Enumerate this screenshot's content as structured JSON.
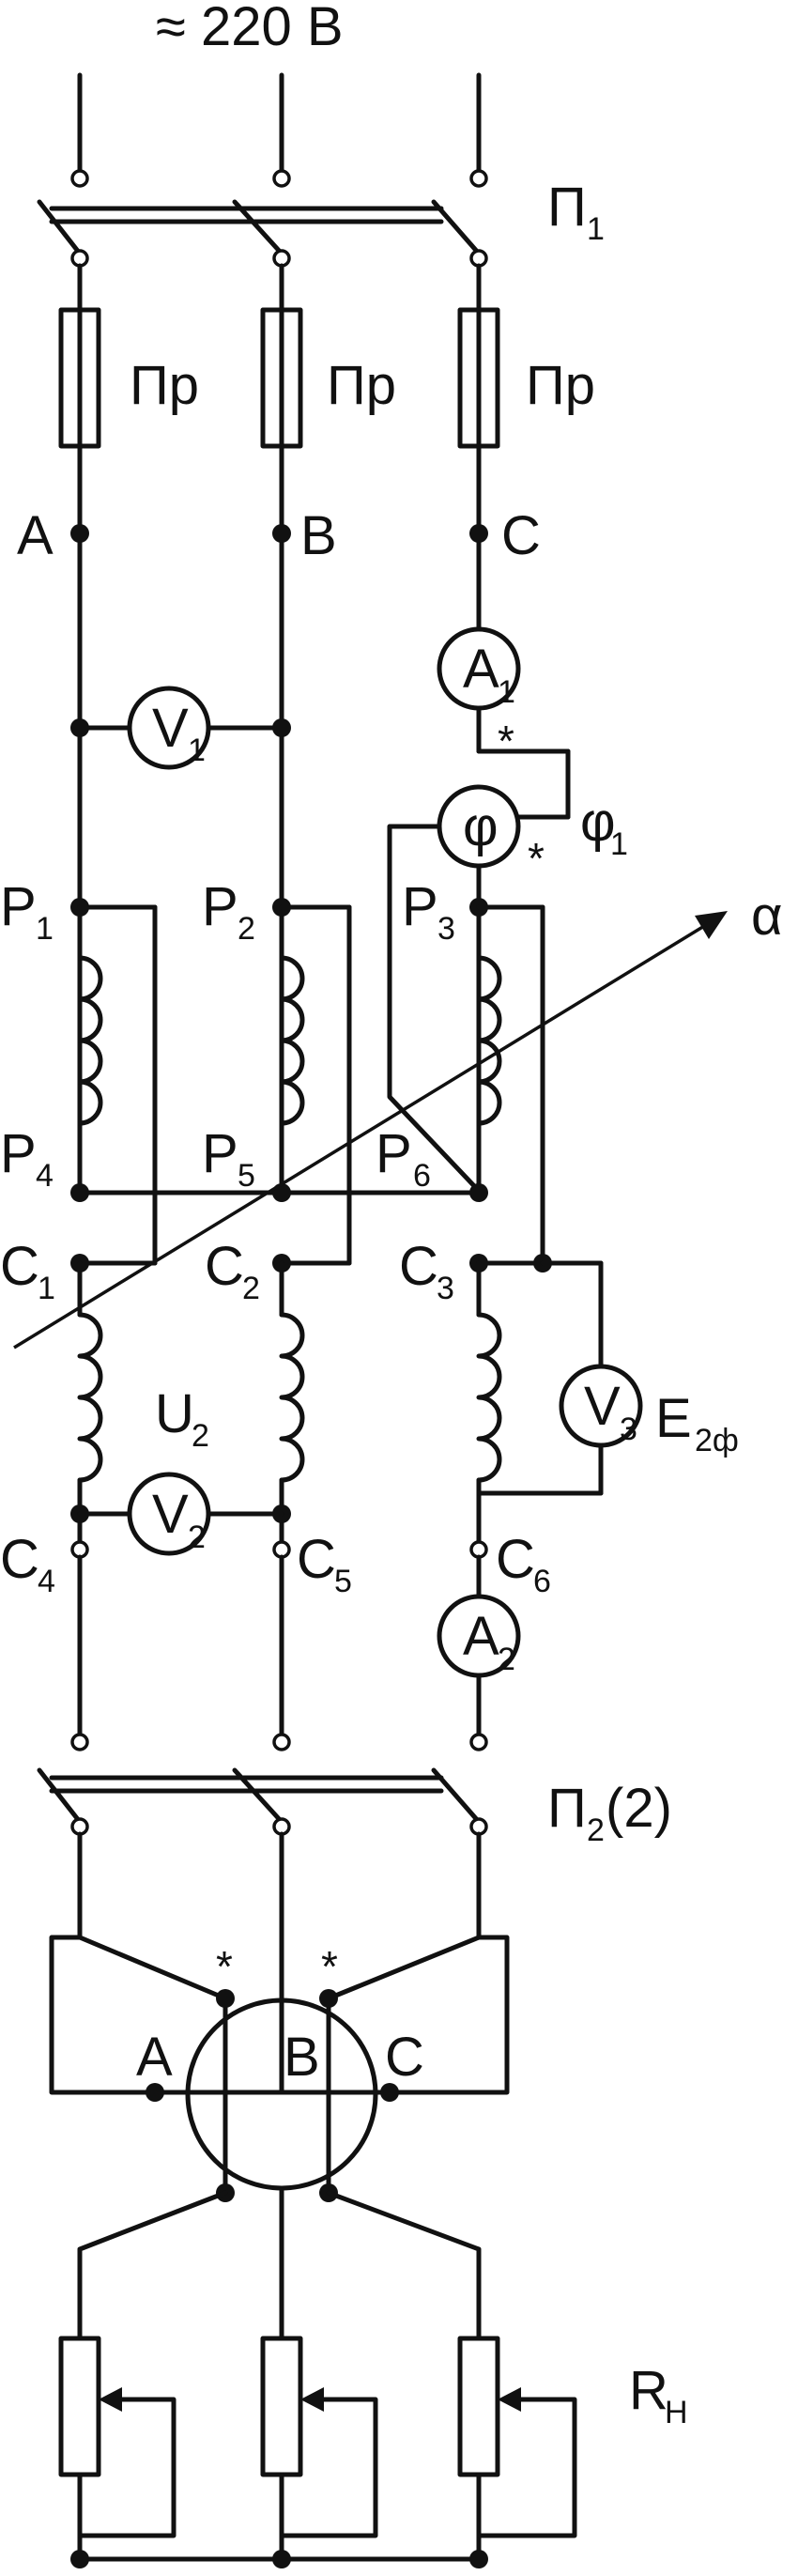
{
  "title": "≈ 220 В",
  "switch1": {
    "main": "П",
    "sub": "1"
  },
  "switch2": {
    "main": "П",
    "sub": "2",
    "suffix": "(2)"
  },
  "fuses": [
    "Пр",
    "Пр",
    "Пр"
  ],
  "phases": [
    "A",
    "B",
    "C"
  ],
  "primary": [
    {
      "main": "P",
      "sub": "1"
    },
    {
      "main": "P",
      "sub": "2"
    },
    {
      "main": "P",
      "sub": "3"
    },
    {
      "main": "P",
      "sub": "4"
    },
    {
      "main": "P",
      "sub": "5"
    },
    {
      "main": "P",
      "sub": "6"
    }
  ],
  "secondary": [
    {
      "main": "C",
      "sub": "1"
    },
    {
      "main": "C",
      "sub": "2"
    },
    {
      "main": "C",
      "sub": "3"
    },
    {
      "main": "C",
      "sub": "4"
    },
    {
      "main": "C",
      "sub": "5"
    },
    {
      "main": "C",
      "sub": "6"
    }
  ],
  "meters": {
    "A1": {
      "main": "A",
      "sub": "1"
    },
    "A2": {
      "main": "A",
      "sub": "2"
    },
    "V1": {
      "main": "V",
      "sub": "1"
    },
    "V2": {
      "main": "V",
      "sub": "2"
    },
    "V3": {
      "main": "V",
      "sub": "3"
    },
    "phi": "φ"
  },
  "phi1": {
    "main": "φ",
    "sub": "1"
  },
  "alpha": "α",
  "U2": {
    "main": "U",
    "sub": "2"
  },
  "E2f": {
    "main": "E",
    "sub": "2ф"
  },
  "motor_terminals": [
    "A",
    "B",
    "C"
  ],
  "star": "*",
  "Rn": {
    "main": "R",
    "sub": "Н"
  }
}
